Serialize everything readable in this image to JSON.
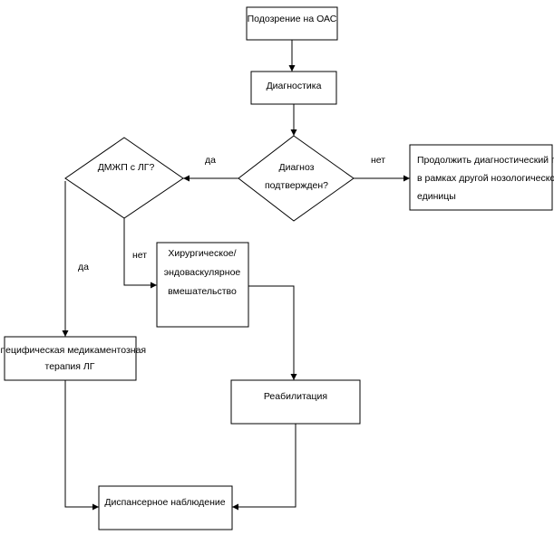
{
  "nodes": {
    "suspicion": {
      "label": "Подозрение на ОАС"
    },
    "diagnostics": {
      "label": "Диагностика"
    },
    "diagnosis_confirmed": {
      "label_lines": [
        "Диагноз",
        "подтвержден?"
      ]
    },
    "vsd_lg": {
      "label": "ДМЖП с ЛГ?"
    },
    "continue_search": {
      "label_lines": [
        "Продолжить диагностический поиск",
        "в рамках другой нозологической",
        "единицы"
      ]
    },
    "surgery": {
      "label_lines": [
        "Хирургическое/",
        "эндоваскулярное",
        "вмешательство"
      ]
    },
    "specific_therapy": {
      "label_lines": [
        "Специфическая медикаментозная",
        "терапия ЛГ"
      ]
    },
    "rehabilitation": {
      "label": "Реабилитация"
    },
    "dispensary": {
      "label": "Диспансерное наблюдение"
    }
  },
  "edges": {
    "confirmed_yes": "да",
    "confirmed_no": "нет",
    "vsd_no": "нет",
    "vsd_yes": "да"
  },
  "colors": {
    "stroke": "#000000",
    "fill": "#ffffff",
    "text": "#000000"
  }
}
